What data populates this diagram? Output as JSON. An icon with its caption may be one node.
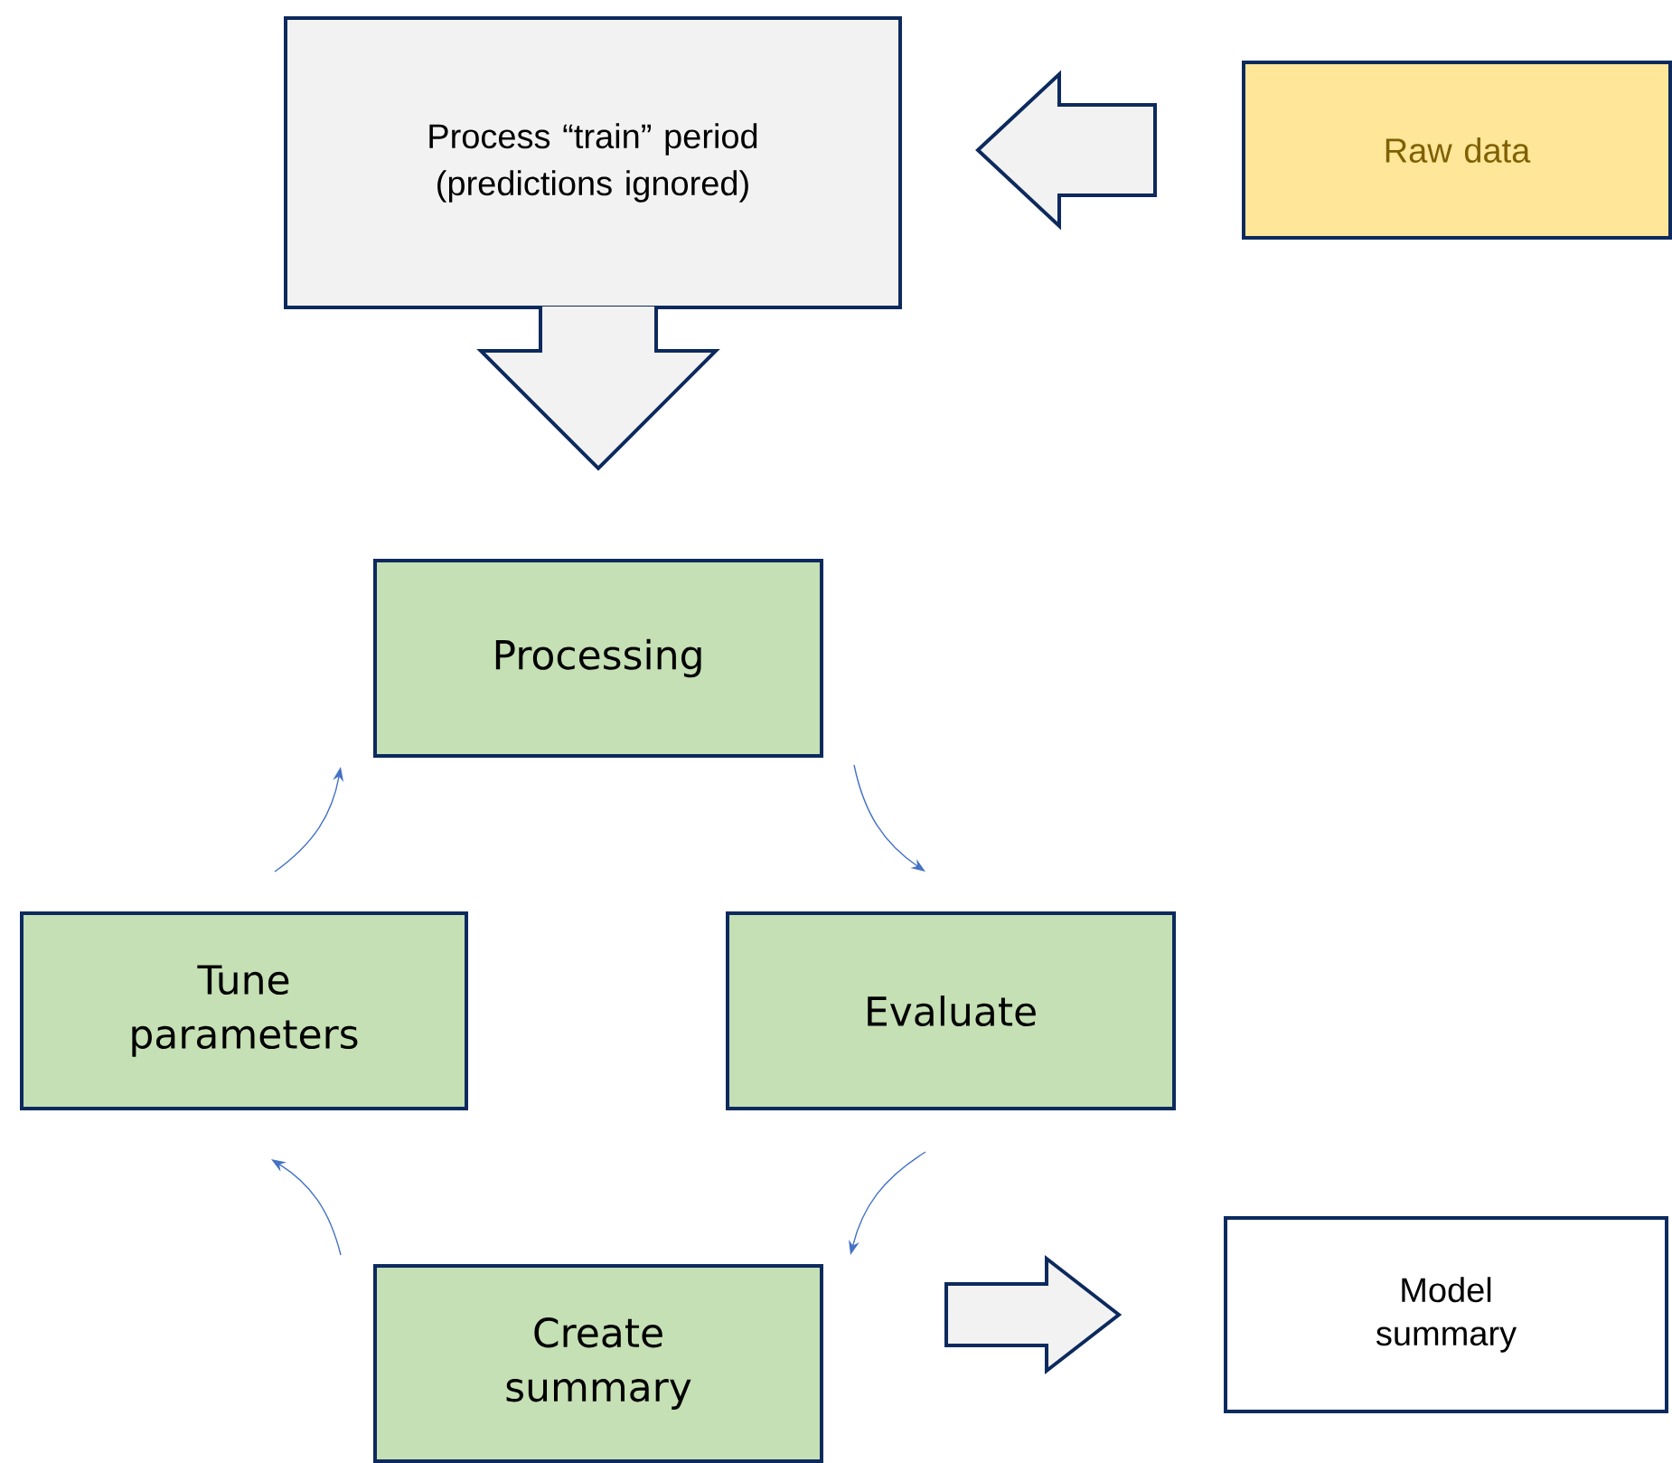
{
  "diagram": {
    "nodes": [
      {
        "text": [
          "Process “train” period (predictions ignored)"
        ]
      },
      {
        "text": [
          "Raw data"
        ]
      },
      {
        "text": [
          "Processing"
        ]
      },
      {
        "text": [
          "Evaluate"
        ]
      },
      {
        "text": [
          "Create summary"
        ]
      },
      {
        "text": [
          "Tune parameters"
        ]
      },
      {
        "text": [
          "Model summary"
        ]
      }
    ],
    "edges": [
      {
        "from": 1,
        "to": 0,
        "arrow": "to",
        "style": "thick"
      },
      {
        "from": 0,
        "to": 2,
        "arrow": "to",
        "style": "thick"
      },
      {
        "from": 2,
        "to": 3,
        "arrow": "to"
      },
      {
        "from": 3,
        "to": 4,
        "arrow": "to"
      },
      {
        "from": 4,
        "to": 5,
        "arrow": "to"
      },
      {
        "from": 5,
        "to": 2,
        "arrow": "to"
      },
      {
        "from": 4,
        "to": 6,
        "arrow": "to",
        "style": "thick"
      }
    ]
  }
}
